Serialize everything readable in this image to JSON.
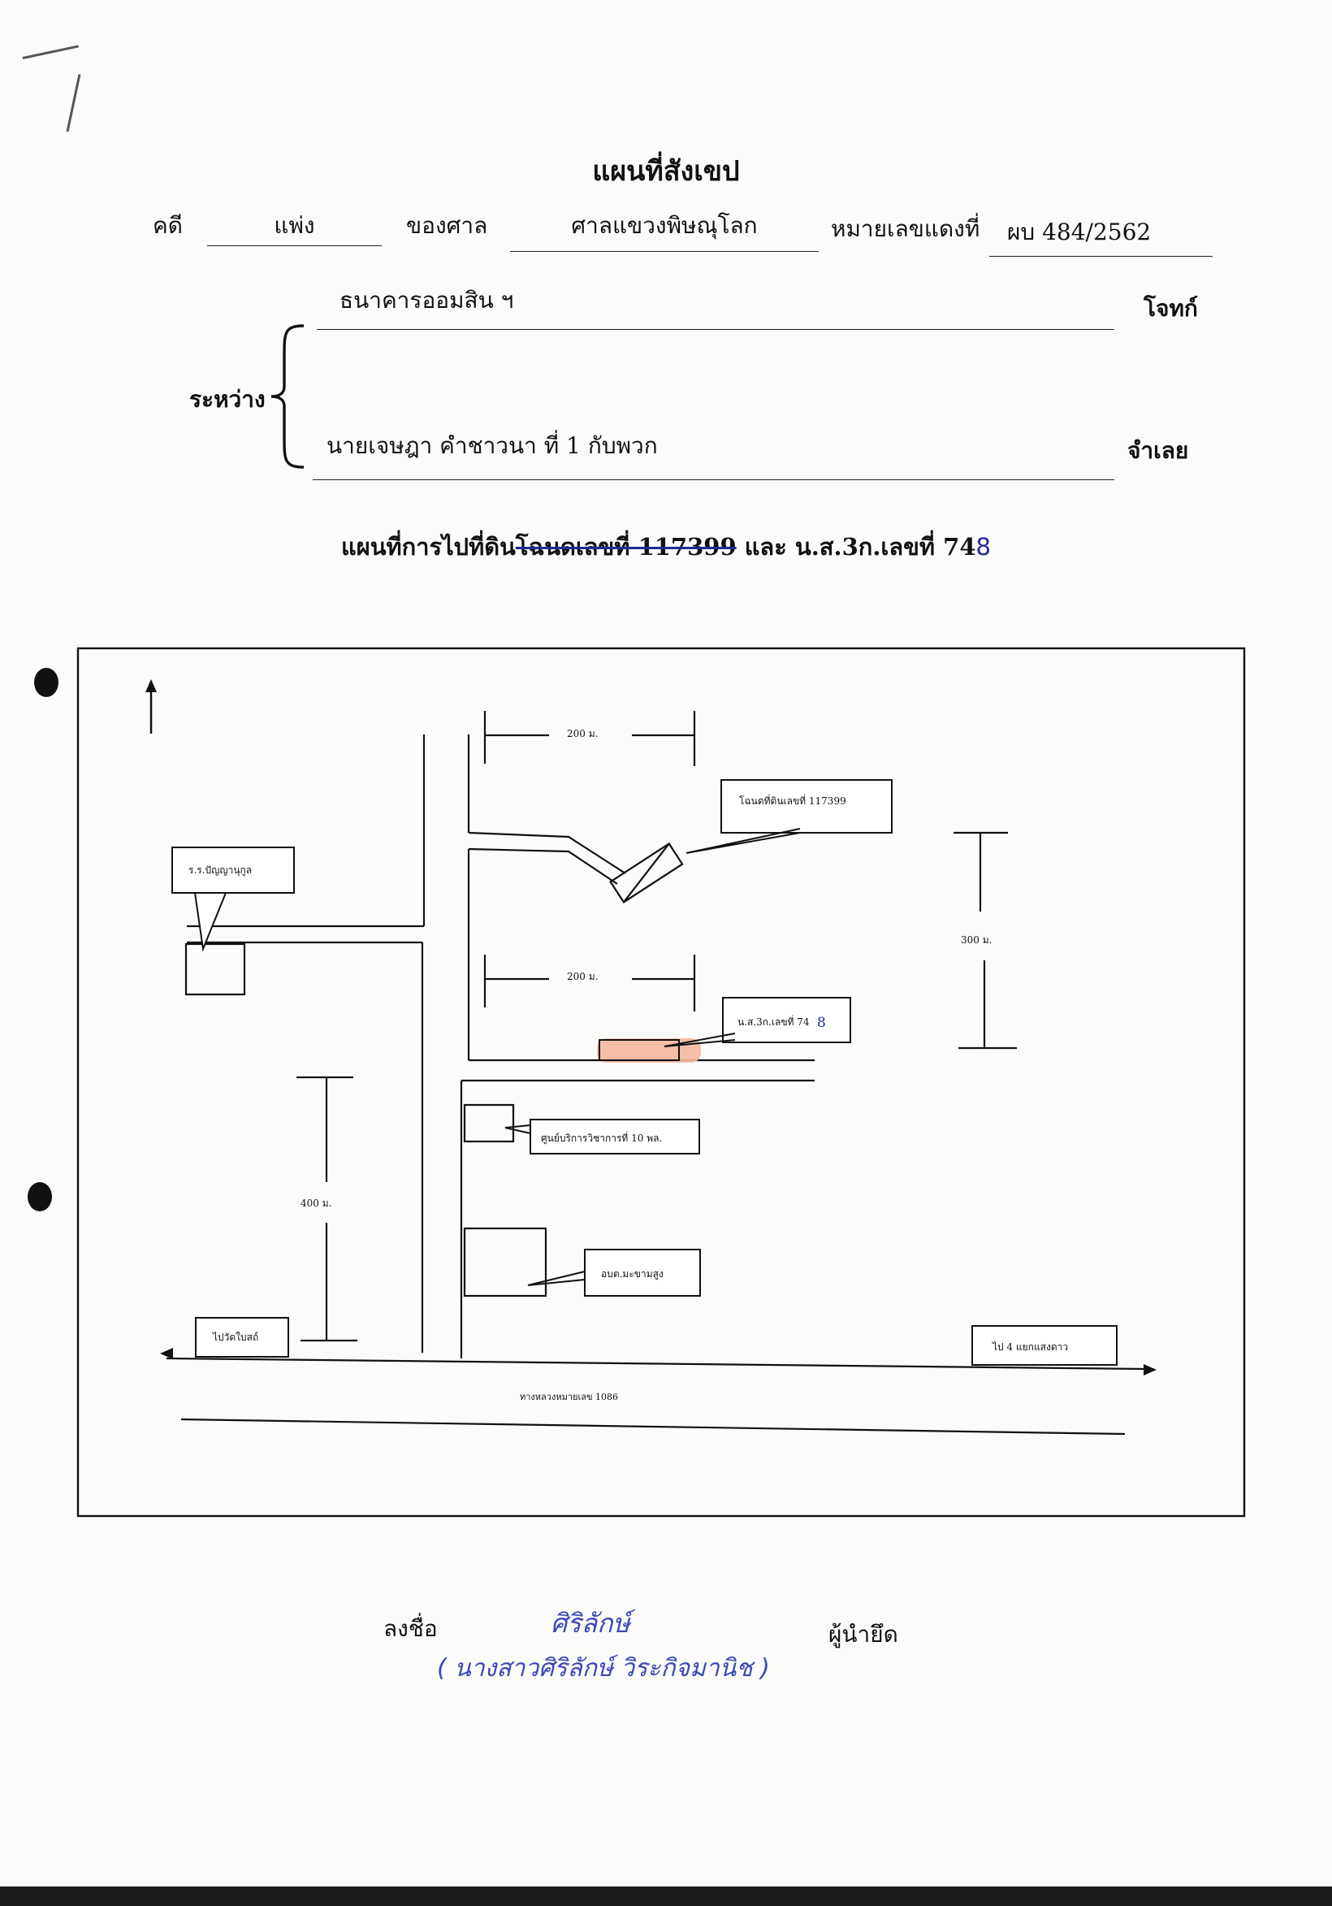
{
  "title": "แผนที่สังเขป",
  "header": {
    "case_label": "คดี",
    "case_type": "แพ่ง",
    "court_label": "ของศาล",
    "court_name": "ศาลแขวงพิษณุโลก",
    "red_no_label": "หมายเลขแดงที่",
    "red_no": "ผบ 484/2562"
  },
  "parties": {
    "between_label": "ระหว่าง",
    "plaintiff_name": "ธนาคารออมสิน ฯ",
    "plaintiff_label": "โจทก์",
    "defendant_name": "นายเจษฎา คำชาวนา   ที่ 1 กับพวก",
    "defendant_label": "จำเลย"
  },
  "map_heading": {
    "prefix": "แผนที่การไปที่ดิน",
    "struck": "โฉนดเลขที่ 117399",
    "suffix": " และ น.ส.3ก.เลขที่ 74",
    "hand_digit": "8"
  },
  "map": {
    "dim_200_top": "200 ม.",
    "dim_200_mid": "200 ม.",
    "dim_300": "300 ม.",
    "dim_400": "400 ม.",
    "label_title_deed": "โฉนดที่ดินเลขที่ 117399",
    "label_ns3k": "น.ส.3ก.เลขที่ 74",
    "label_ns3k_digit": "8",
    "label_school": "ร.ร.ปัญญานุกูล",
    "label_center": "ศูนย์บริการวิชาการที่ 10 พล.",
    "label_tambon": "อบต.มะขามสูง",
    "label_to_bangkrathum": "ไปวัดใบสถ์",
    "label_to_junction": "ไป 4 แยกแสงดาว",
    "label_highway": "ทางหลวงหมายเลข 1086",
    "colors": {
      "highlight": "#f4b79c",
      "ink": "#111111",
      "pen": "#1f2a9a"
    }
  },
  "signature": {
    "sign_label": "ลงชื่อ",
    "signature_text": "ศิริลักษ์",
    "printed_name": "( นางสาวศิริลักษ์   วิระกิจมานิช )",
    "role_label": "ผู้นำยึด"
  }
}
